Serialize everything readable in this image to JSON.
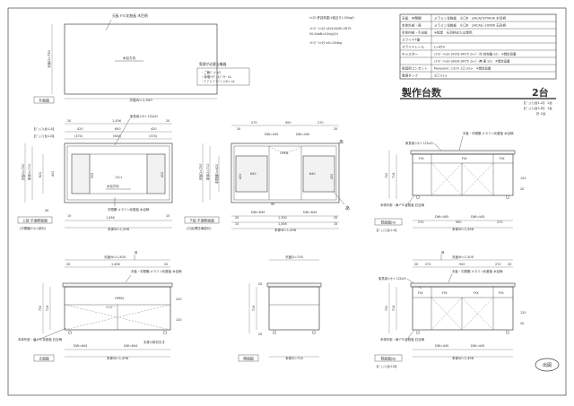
{
  "sheet": {
    "title": "製作台数",
    "count": "2台",
    "stamp": "出図",
    "spec_rows": [
      {
        "key": "天板：中間棚",
        "value": "メラミン化粧板　小口R　(AICA)TJY900K 木目柄"
      },
      {
        "key": "本体外部・扉",
        "value": "メラミン化粧板　小口R　(AICA)L-2006K 石目柄"
      },
      {
        "key": "本体内部・引出板",
        "value": "※指定　石目柄または単色"
      },
      {
        "key": "スライドT番",
        "value": ""
      },
      {
        "key": "スライドレール",
        "value": "L=450"
      },
      {
        "key": "キャスター",
        "value": "ｼﾘﾝﾀﾞｰｷｬｽﾀｰ(415E-UR75 ｽﾄｯﾊﾟｰ付-自在輪 x2)　※想定品番"
      },
      {
        "key": "",
        "value": "ｼﾘﾝﾀﾞｰｷｬｽﾀｰ(420E-UR75 ｽﾄｯﾊﾟｰ無-車 x2)　※想定品番"
      },
      {
        "key": "家具用コンセント",
        "value": "Panasonic ﾕﾆｾﾚｸﾄ 1口 x2ヶ　※想定品番"
      },
      {
        "key": "電源タップ",
        "value": "2口 x1ヶ"
      }
    ],
    "caster_note": [
      "ｷｬｽﾀｰ許容荷重(1個当り1.92kgf)",
      "ｼﾘﾝﾀﾞｰｷｬｽﾀｰ(415/420E-UR75",
      "50.0daN≒51kg(1ｹ)",
      "ｼﾘﾝﾀﾞｰｷｬｽﾀｰx4=204kg"
    ],
    "power_note": [
      "電源が必要な機器",
      "・ご飯ﾊﾞｯﾄ x2",
      "・味噌汁ﾃﾞｨｽﾍﾟﾝｻｰ x1",
      "・ﾃﾞﾌﾞﾙ ｺﾞﾐﾊﾞｺ ｺﾝｾﾝﾄ x1"
    ],
    "quantity_legend": [
      "【ﾋﾞｭｯﾌｪ台1-A】 1台",
      "【ﾋﾞｭｯﾌｪ台1-B】 1台",
      "計 2台"
    ]
  },
  "views": {
    "top_plan": {
      "label": "平面図",
      "width_dim": "天板W=1,500",
      "depth_dim": "天板D=750",
      "inner": "天板 FTC化粧板 木目柄",
      "center": "木目方向"
    },
    "upper_plan": {
      "label": "上段 平面断面図",
      "sub": "(中間棚/ｺﾝｾﾝﾄ部分)",
      "overall": "本体W=1,496",
      "dims": [
        "1,456",
        "420",
        "600",
        "420",
        "(370)",
        "(640)",
        "(370)"
      ],
      "notes": [
        "家具用ｺﾝｾﾝﾄ 1口x2ｹ",
        "ｺﾝｾﾝﾄ",
        "中間棚 メラミン化粧板 木目柄",
        "木目方向"
      ],
      "tag_a": "【ﾋﾞｭｯﾌｪ台1-A】",
      "tag_b": "【ﾋﾞｭｯﾌｪ台1-B】",
      "side": [
        "本体D=710",
        "天板D=750",
        "40",
        "400",
        "620",
        "20",
        "20",
        "305"
      ],
      "small": [
        "20",
        "20",
        "15",
        "15"
      ]
    },
    "lower_plan": {
      "label": "下段 平面断面図",
      "sub": "(引出/開き扉部分)",
      "overall": "本体W=1,496",
      "dims": [
        "270",
        "900",
        "270",
        "1,300",
        "1,456"
      ],
      "door": [
        "DW=445",
        "DW=445",
        "DW=644",
        "DW=644"
      ],
      "notes": [
        "OPEN",
        "640",
        "640",
        "400",
        "90"
      ],
      "side": [
        "天板D=750",
        "本体D=710",
        "中間棚D=620"
      ],
      "tags": [
        "あ",
        "あ"
      ],
      "small": [
        "20",
        "20",
        "20",
        "20",
        "15",
        "15"
      ]
    },
    "front": {
      "label": "正面図",
      "overall": "本体W=1,496",
      "top_dim": "天板W=1,500",
      "dims": [
        "20",
        "1,456",
        "20"
      ],
      "door": [
        "DW=644",
        "DW=644"
      ],
      "notes": [
        "天板・中間棚 メラミン化粧板 木目柄",
        "OPEN",
        "ｼﾘﾝﾀﾞｰ",
        "手掛け用切欠き",
        "本体外部・扉 FTC化粧板 石目柄"
      ],
      "tag": "a",
      "side": [
        "750",
        "716",
        "220",
        "120",
        "20"
      ]
    },
    "side": {
      "label": "側面図",
      "top_dim": "天板D=750",
      "body_dim": "本体D=710",
      "notes": [
        "20",
        "716",
        "20"
      ]
    },
    "back_a": {
      "label": "背面図(A)",
      "tag": "【ﾋﾞｭｯﾌｪ台1-A】",
      "overall": "本体W=1,496",
      "top_dim": "天板W=1,500",
      "dims": [
        "270",
        "900",
        "270"
      ],
      "door": [
        "DW=445",
        "DW=445"
      ],
      "fix": [
        "FIX",
        "FIX",
        "FIX"
      ],
      "notes": [
        "家具用ｺﾝｾﾝﾄ 1口x2ｹ",
        "天板・中間棚 メラミン化粧板 木目柄",
        "本体外部・扉 FTC化粧板 石目柄"
      ],
      "side": [
        "750",
        "716",
        "120",
        "5",
        "20",
        "20"
      ]
    },
    "back_b": {
      "label": "背面図(B)",
      "tag": "【ﾋﾞｭｯﾌｪ台1-B】",
      "overall": "本体W=1,496",
      "top_dim": "天板W=1,500",
      "dims": [
        "20",
        "270",
        "900",
        "270",
        "20"
      ],
      "door": [
        "DW=445",
        "DW=445"
      ],
      "fix": [
        "FIX",
        "FIX",
        "FIX",
        "FIX"
      ],
      "notes": [
        "家具用ｺﾝｾﾝﾄ 1口x2ｹ",
        "天板・中間棚 メラミン化粧板 木目柄",
        "本体外部・扉 FTC化粧板 石目柄"
      ],
      "tag2": "a",
      "side": [
        "750",
        "716",
        "120",
        "20"
      ]
    }
  }
}
